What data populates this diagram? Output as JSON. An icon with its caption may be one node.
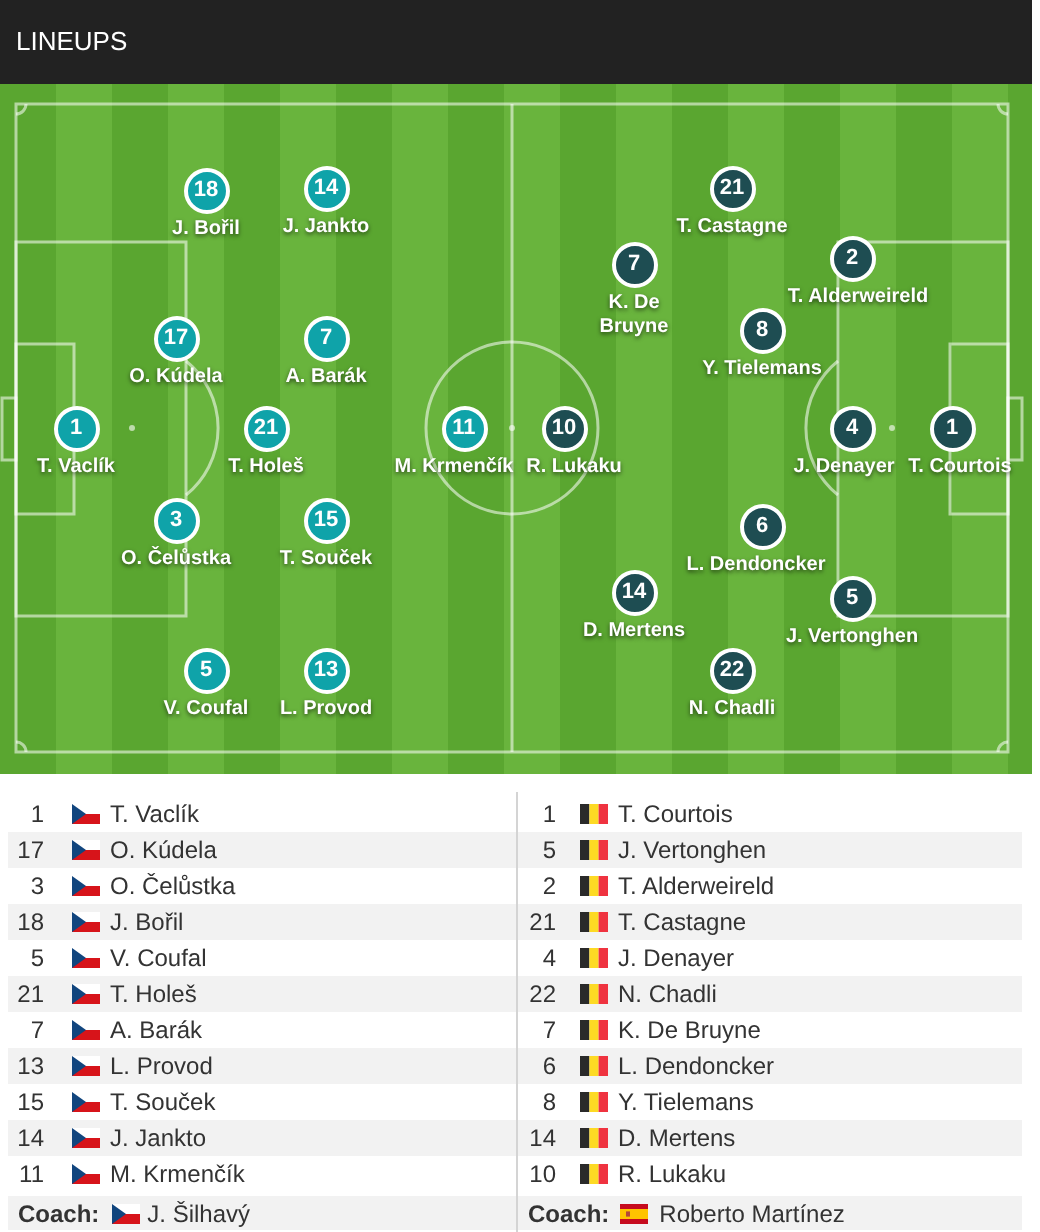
{
  "diagram": {
    "title": "LINEUPS",
    "nodes": [
      {
        "text": [
          "1"
        ],
        "beside": [
          "T. Vaclík"
        ]
      },
      {
        "text": [
          "17"
        ],
        "beside": [
          "O. Kúdela"
        ]
      },
      {
        "text": [
          "3"
        ],
        "beside": [
          "O. Čelůstka"
        ]
      },
      {
        "text": [
          "18"
        ],
        "beside": [
          "J. Bořil"
        ]
      },
      {
        "text": [
          "5"
        ],
        "beside": [
          "V. Coufal"
        ]
      },
      {
        "text": [
          "21"
        ],
        "beside": [
          "T. Holeš"
        ]
      },
      {
        "text": [
          "7"
        ],
        "beside": [
          "A. Barák"
        ]
      },
      {
        "text": [
          "13"
        ],
        "beside": [
          "L. Provod"
        ]
      },
      {
        "text": [
          "15"
        ],
        "beside": [
          "T. Souček"
        ]
      },
      {
        "text": [
          "14"
        ],
        "beside": [
          "J. Jankto"
        ]
      },
      {
        "text": [
          "11"
        ],
        "beside": [
          "M. Krmenčík"
        ]
      },
      {
        "text": [
          "1"
        ],
        "beside": [
          "T. Courtois"
        ]
      },
      {
        "text": [
          "5"
        ],
        "beside": [
          "J. Vertonghen"
        ]
      },
      {
        "text": [
          "2"
        ],
        "beside": [
          "T. Alderweireld"
        ]
      },
      {
        "text": [
          "21"
        ],
        "beside": [
          "T. Castagne"
        ]
      },
      {
        "text": [
          "4"
        ],
        "beside": [
          "J. Denayer"
        ]
      },
      {
        "text": [
          "22"
        ],
        "beside": [
          "N. Chadli"
        ]
      },
      {
        "text": [
          "7"
        ],
        "beside": [
          "K. De Bruyne"
        ]
      },
      {
        "text": [
          "6"
        ],
        "beside": [
          "L. Dendoncker"
        ]
      },
      {
        "text": [
          "8"
        ],
        "beside": [
          "Y. Tielemans"
        ]
      },
      {
        "text": [
          "14"
        ],
        "beside": [
          "D. Mertens"
        ]
      },
      {
        "text": [
          "10"
        ],
        "beside": [
          "R. Lukaku"
        ]
      }
    ],
    "labels": [
      "1",
      "T. Vaclík",
      "1",
      "T. Courtois",
      "17",
      "O. Kúdela",
      "5",
      "J. Vertonghen",
      "3",
      "O. Čelůstka",
      "2",
      "T. Alderweireld",
      "18",
      "J. Bořil",
      "21",
      "T. Castagne",
      "5",
      "V. Coufal",
      "4",
      "J. Denayer",
      "21",
      "T. Holeš",
      "22",
      "N. Chadli",
      "7",
      "A. Barák",
      "7",
      "K. De Bruyne",
      "13",
      "L. Provod",
      "6",
      "L. Dendoncker",
      "15",
      "T. Souček",
      "8",
      "Y. Tielemans",
      "14",
      "J. Jankto",
      "14",
      "D. Mertens",
      "11",
      "M. Krmenčík",
      "10",
      "R. Lukaku",
      "Coach:",
      "J. Šilhavý",
      "Coach:",
      "Roberto Martínez"
    ]
  }
}
